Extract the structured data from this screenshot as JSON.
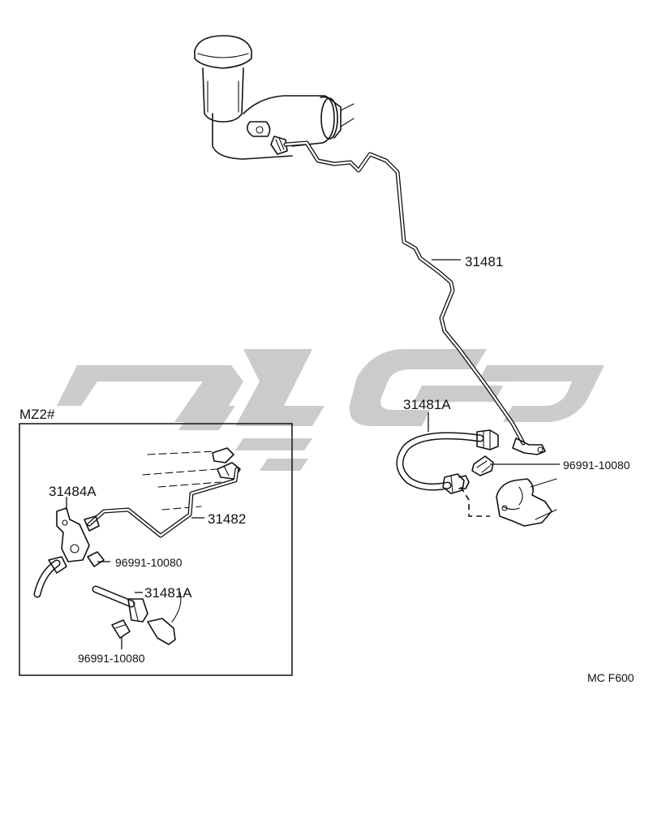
{
  "diagram": {
    "labels": {
      "main_tube": "31481",
      "main_hose": "31481A",
      "main_clip": "96991-10080",
      "inset_title": "MZ2#",
      "inset_bracket": "31484A",
      "inset_tube": "31482",
      "inset_clip_upper": "96991-10080",
      "inset_hose": "31481A",
      "inset_clip_lower": "96991-10080",
      "figure_code": "MC F600"
    },
    "watermark": {
      "description": "grey stylized logo",
      "color": "#c9c9c9"
    }
  }
}
